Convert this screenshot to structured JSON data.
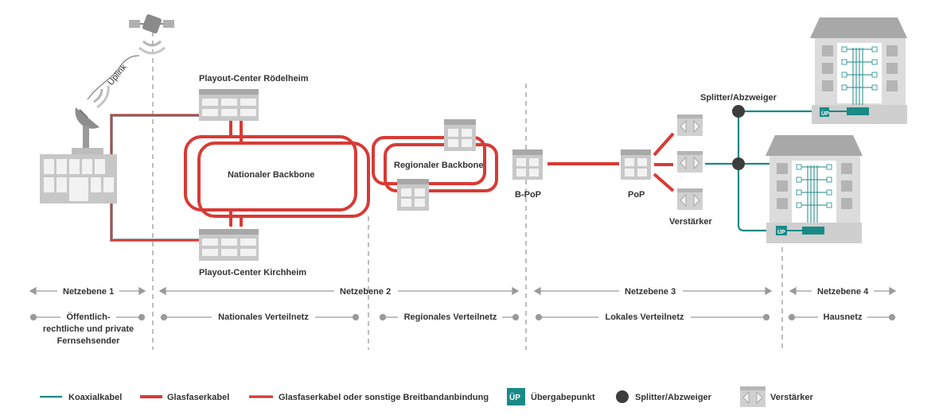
{
  "labels": {
    "uplink": "Uplink",
    "playout_top": "Playout-Center Rödelheim",
    "playout_bottom": "Playout-Center Kirchheim",
    "national_backbone": "Nationaler Backbone",
    "regional_backbone": "Regionaler Backbone",
    "bpop": "B-PoP",
    "pop": "PoP",
    "verstaerker": "Verstärker",
    "splitter": "Splitter/Abzweiger",
    "up": "ÜP"
  },
  "levels": [
    {
      "label": "Netzebene 1"
    },
    {
      "label": "Netzebene 2"
    },
    {
      "label": "Netzebene 3"
    },
    {
      "label": "Netzebene 4"
    }
  ],
  "subnets": {
    "oeffentlich_line1": "Öffentlich-",
    "oeffentlich_line2": "rechtliche und private",
    "oeffentlich_line3": "Fernsehsender",
    "national": "Nationales Verteilnetz",
    "regional": "Regionales Verteilnetz",
    "lokal": "Lokales Verteilnetz",
    "haus": "Hausnetz"
  },
  "legend": {
    "koax": "Koaxialkabel",
    "glas": "Glasfaserkabel",
    "glas_sonst": "Glasfaserkabel oder sonstige Breitbandanbindung",
    "up_badge": "ÜP",
    "uebergabe": "Übergabepunkt",
    "splitter": "Splitter/Abzweiger",
    "verstaerker": "Verstärker"
  },
  "colors": {
    "fiber": "#d93a35",
    "coax": "#1a8a86",
    "gray": "#9a9a9a",
    "dark": "#444444"
  }
}
